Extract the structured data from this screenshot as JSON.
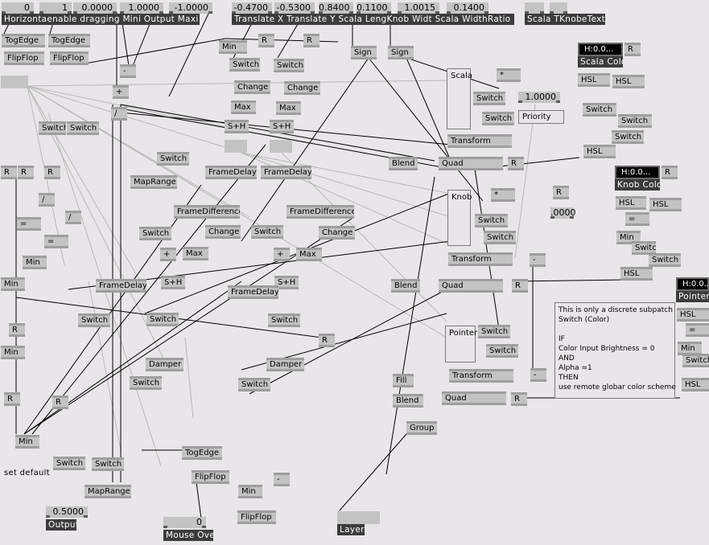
{
  "top_io": {
    "values": [
      "0",
      "1",
      "0.0000",
      "1.0000",
      "-1.0000"
    ],
    "label": "Horizontaenable dragging Mini Output Maxi Default"
  },
  "top_io2": {
    "values": [
      "-0.4700",
      "-0.5300",
      "0.8400",
      "0.1100",
      "1.0015",
      "0.1400"
    ],
    "label": "Translate X Translate Y  Scala LengKnob Widt Scala WidthRatio b LengthRatio"
  },
  "texture_io": {
    "label": "Scala TKnobeTexture"
  },
  "colors": {
    "scala": {
      "value": "H:0.0...",
      "label": "Scala Color"
    },
    "knob": {
      "value": "H:0.0...",
      "label": "Knob Color"
    },
    "pointer": {
      "value": "H:0.0...",
      "label": "Pointer C"
    }
  },
  "frames": {
    "scala": "Scala",
    "knob": "Knob",
    "pointer": "Pointer"
  },
  "priority": {
    "value": "1.0000",
    "label": "Priority"
  },
  "misc_value": ".0000",
  "output": {
    "value": "0.5000",
    "label": "Output"
  },
  "mouse_over": {
    "value": "0",
    "label": "Mouse Over"
  },
  "layer": {
    "label": "Layer"
  },
  "set_default": "set default",
  "comment": "This is only a discrete subpatch\nSwitch (Color)\n\nIF\nColor Input Brightness = 0\nAND\nAlpha =1\nTHEN\nuse remote globar color scheme",
  "nodes": {
    "togedge": "TogEdge",
    "flipflop": "FlipFlop",
    "min": "Min",
    "switch": "Switch",
    "change": "Change",
    "max": "Max",
    "sh": "S+H",
    "sign": "Sign",
    "minus": "-",
    "plus": "+",
    "div": "/",
    "mul": "*",
    "r": "R",
    "eq": "=",
    "maprange": "MapRange",
    "framedelay": "FrameDelay",
    "framediff": "FrameDifference",
    "damper": "Damper",
    "transform": "Transform",
    "quad": "Quad",
    "blend": "Blend",
    "fill": "Fill",
    "group": "Group",
    "hsl": "HSL"
  },
  "accent": {
    "node": "#c3c3c3",
    "port": "#5a5a5a",
    "label_bg": "#3c3c3c",
    "canvas": "#e9e6e9"
  }
}
